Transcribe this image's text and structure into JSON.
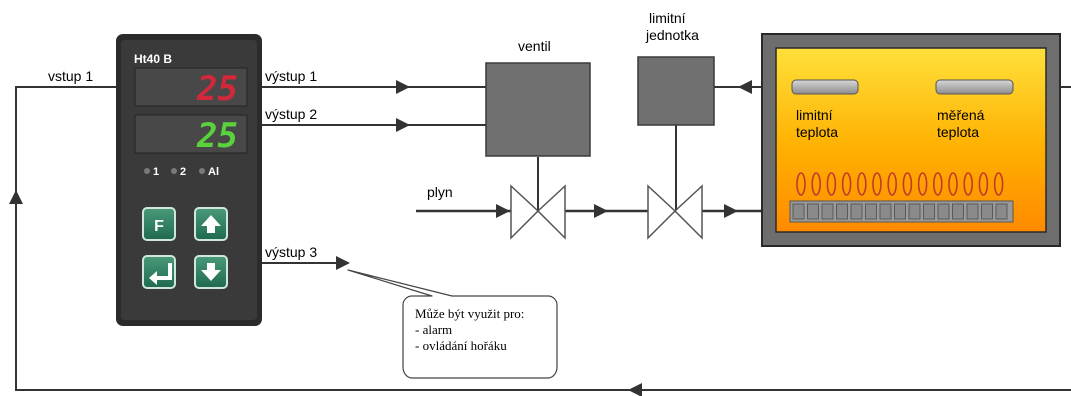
{
  "controller": {
    "model": "Ht40 B",
    "display_top": "25",
    "display_bottom": "25",
    "led_1": "1",
    "led_2": "2",
    "led_al": "Al",
    "btn_f": "F",
    "colors": {
      "top_digits": "#d2283c",
      "bottom_digits": "#5ad23c"
    }
  },
  "labels": {
    "input_1": "vstup 1",
    "output_1": "výstup 1",
    "output_2": "výstup 2",
    "output_3": "výstup 3",
    "valve": "ventil",
    "limit_unit_l1": "limitní",
    "limit_unit_l2": "jednotka",
    "gas": "plyn",
    "limit_temp_l1": "limitní",
    "limit_temp_l2": "teplota",
    "measured_temp_l1": "měřená",
    "measured_temp_l2": "teplota"
  },
  "callout": {
    "line1": "Může být využit pro:",
    "line2": "- alarm",
    "line3": "- ovládání hořáku"
  },
  "icons": [
    "arrow-up-icon",
    "arrow-down-icon",
    "enter-icon"
  ]
}
